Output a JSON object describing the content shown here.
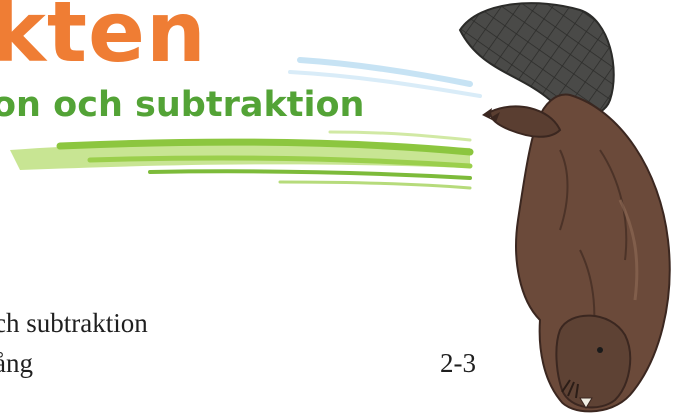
{
  "header": {
    "title": "kten",
    "subtitle": "on och subtraktion"
  },
  "toc": {
    "items": [
      {
        "text": "ch subtraktion",
        "page": ""
      },
      {
        "text": "ång",
        "page": "2-3"
      },
      {
        "text": "",
        "page": ""
      }
    ]
  },
  "colors": {
    "title": "#ef7d34",
    "subtitle": "#53a336",
    "brush_green": "#8cc63f",
    "brush_blue": "#a9d4ee",
    "beaver_fur": "#6b4a3a",
    "beaver_tail": "#4a4a48"
  },
  "illustration": {
    "name": "beaver-illustration"
  }
}
